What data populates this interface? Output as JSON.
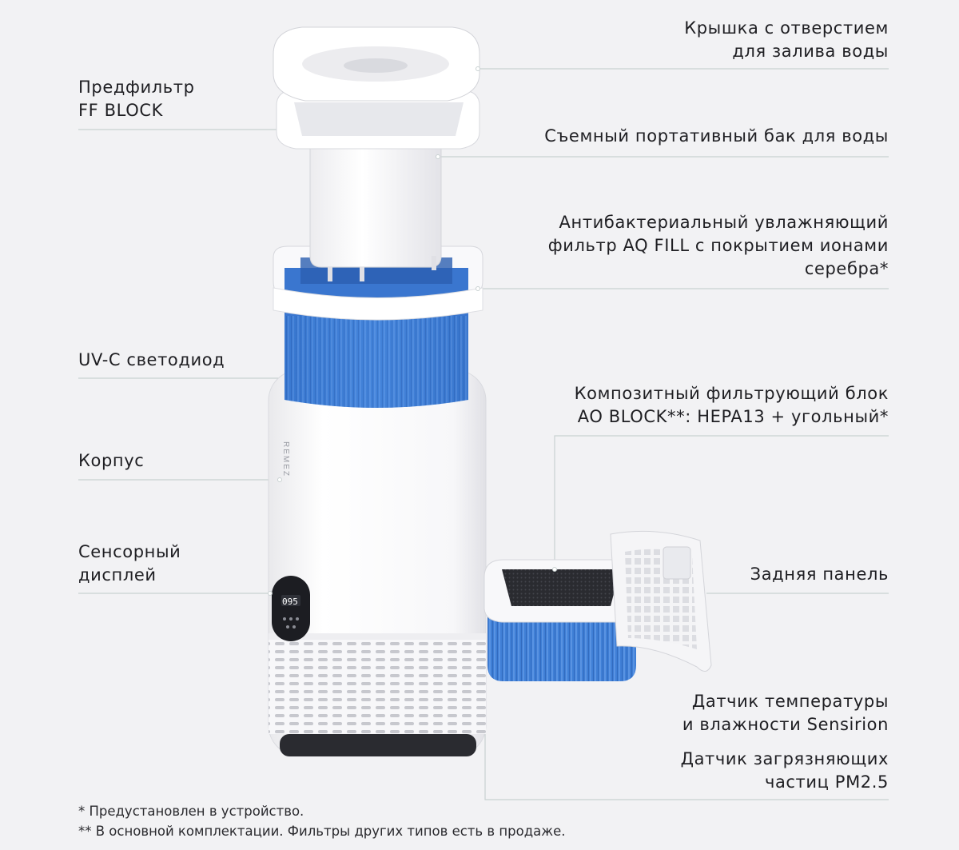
{
  "brand": "REMEZ",
  "display_reading": "095",
  "callouts": {
    "lid": [
      "Крышка с отверстием",
      "для залива воды"
    ],
    "prefilter": [
      "Предфильтр",
      "FF BLOCK"
    ],
    "tank": [
      "Съемный портативный бак для воды"
    ],
    "humid_filter": [
      "Антибактериальный увлажняющий",
      "фильтр AQ FILL с покрытием ионами",
      "серебра*"
    ],
    "uvc": [
      "UV-C светодиод"
    ],
    "composite": [
      "Композитный фильтрующий блок",
      "AO BLOCK**: HEPA13 + угольный*"
    ],
    "body": [
      "Корпус"
    ],
    "display": [
      "Сенсорный",
      "дисплей"
    ],
    "back_panel": [
      "Задняя панель"
    ],
    "temp_sensor": [
      "Датчик температуры",
      "и влажности Sensirion"
    ],
    "pm_sensor": [
      "Датчик загрязняющих",
      "частиц PM2.5"
    ]
  },
  "footnotes": {
    "one": "* Предустановлен в устройство.",
    "two": "** В основной комплектации. Фильтры других типов есть в продаже."
  },
  "colors": {
    "background": "#f2f2f4",
    "filter_blue": "#3f7fd6",
    "device_white": "#ffffff",
    "leader_line": "#c9d1d1"
  }
}
